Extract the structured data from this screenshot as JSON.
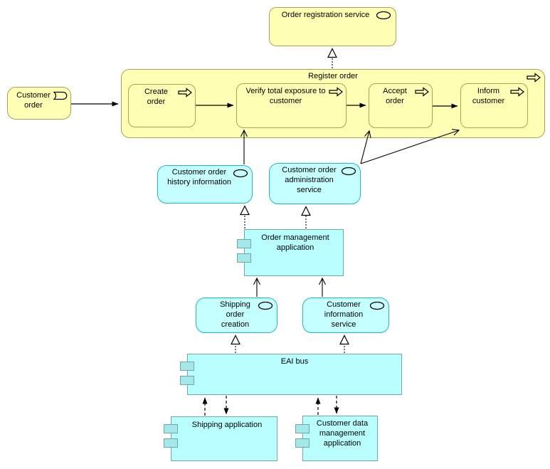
{
  "diagram": {
    "kind": "archimate-view",
    "nodes": {
      "order_registration_service": {
        "label": "Order registration service",
        "type": "business-service"
      },
      "register_order": {
        "label": "Register order",
        "type": "business-process"
      },
      "create_order": {
        "label": "Create order",
        "type": "business-process"
      },
      "verify_total_exposure": {
        "label": "Verify total exposure to customer",
        "type": "business-process"
      },
      "accept_order": {
        "label": "Accept order",
        "type": "business-process"
      },
      "inform_customer": {
        "label": "Inform customer",
        "type": "business-process"
      },
      "customer_order": {
        "label": "Customer order",
        "type": "business-event"
      },
      "customer_order_history_information": {
        "label": "Customer order history information",
        "type": "application-service"
      },
      "customer_order_administration_service": {
        "label": "Customer order administration service",
        "type": "application-service"
      },
      "order_management_application": {
        "label": "Order management application",
        "type": "application-component"
      },
      "shipping_order_creation": {
        "label": "Shipping order creation",
        "type": "application-service"
      },
      "customer_information_service": {
        "label": "Customer information service",
        "type": "application-service"
      },
      "eai_bus": {
        "label": "EAI bus",
        "type": "application-component"
      },
      "shipping_application": {
        "label": "Shipping application",
        "type": "application-component"
      },
      "customer_data_management_application": {
        "label": "Customer data management application",
        "type": "application-component"
      }
    },
    "relationships": [
      {
        "from": "customer_order",
        "to": "register_order",
        "type": "triggering"
      },
      {
        "from": "create_order",
        "to": "verify_total_exposure",
        "type": "triggering"
      },
      {
        "from": "verify_total_exposure",
        "to": "accept_order",
        "type": "triggering"
      },
      {
        "from": "accept_order",
        "to": "inform_customer",
        "type": "triggering"
      },
      {
        "from": "register_order",
        "to": "order_registration_service",
        "type": "realization"
      },
      {
        "from": "customer_order_history_information",
        "to": "verify_total_exposure",
        "type": "serving"
      },
      {
        "from": "customer_order_administration_service",
        "to": "accept_order",
        "type": "serving"
      },
      {
        "from": "customer_order_administration_service",
        "to": "inform_customer",
        "type": "serving"
      },
      {
        "from": "order_management_application",
        "to": "customer_order_history_information",
        "type": "realization"
      },
      {
        "from": "order_management_application",
        "to": "customer_order_administration_service",
        "type": "realization"
      },
      {
        "from": "shipping_order_creation",
        "to": "order_management_application",
        "type": "serving"
      },
      {
        "from": "customer_information_service",
        "to": "order_management_application",
        "type": "serving"
      },
      {
        "from": "eai_bus",
        "to": "shipping_order_creation",
        "type": "realization"
      },
      {
        "from": "eai_bus",
        "to": "customer_information_service",
        "type": "realization"
      },
      {
        "from": "shipping_application",
        "to": "eai_bus",
        "type": "flow"
      },
      {
        "from": "eai_bus",
        "to": "shipping_application",
        "type": "flow"
      },
      {
        "from": "customer_data_management_application",
        "to": "eai_bus",
        "type": "flow"
      },
      {
        "from": "eai_bus",
        "to": "customer_data_management_application",
        "type": "flow"
      }
    ],
    "colors": {
      "business_fill": "#FFFFB5",
      "business_border": "#A6A652",
      "application_service_fill": "#C6FFFF",
      "application_service_border": "#1FB7C9",
      "component_fill": "#B9FFFF",
      "component_border": "#6FA7AD",
      "component_tab_fill": "#A5E8E8",
      "connector": "#000000"
    },
    "icons": {
      "service": "service-oval-icon",
      "process": "process-arrow-icon",
      "event": "event-icon",
      "component": "component-tab"
    }
  }
}
